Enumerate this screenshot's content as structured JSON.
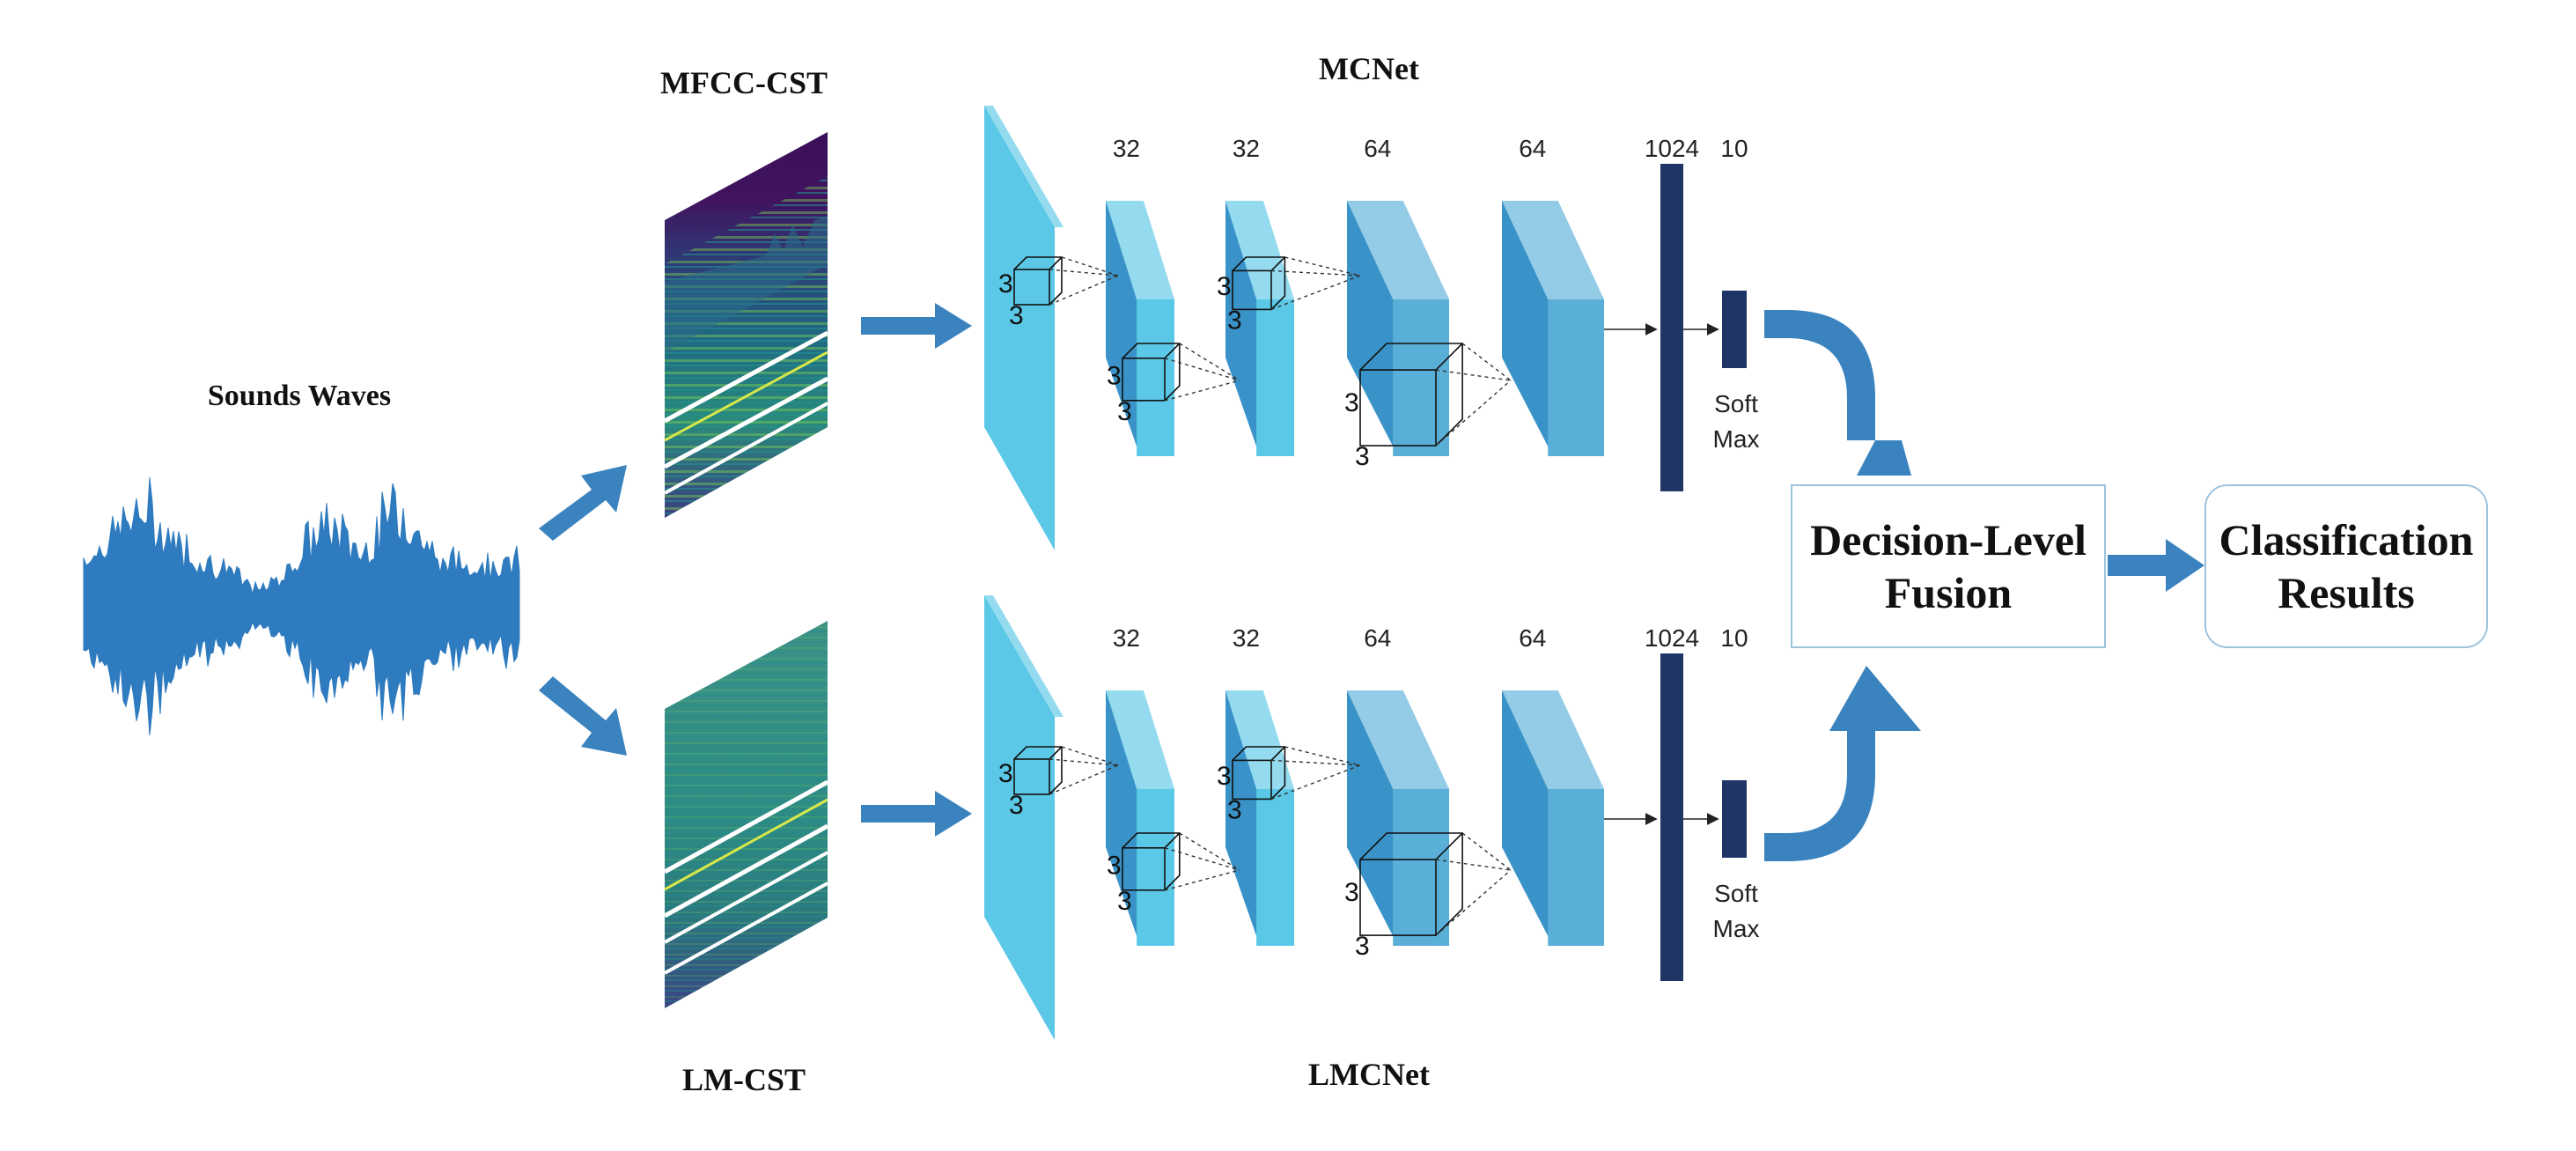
{
  "diagram": {
    "input": {
      "label": "Sounds Waves"
    },
    "branches": [
      {
        "feature_label": "MFCC-CST",
        "network_label": "MCNet",
        "layer_channels": [
          "32",
          "32",
          "64",
          "64"
        ],
        "fc_units": "1024",
        "output_units": "10",
        "kernel_labels": [
          "3",
          "3"
        ],
        "softmax_label": {
          "line1": "Soft",
          "line2": "Max"
        }
      },
      {
        "feature_label": "LM-CST",
        "network_label": "LMCNet",
        "layer_channels": [
          "32",
          "32",
          "64",
          "64"
        ],
        "fc_units": "1024",
        "output_units": "10",
        "kernel_labels": [
          "3",
          "3"
        ],
        "softmax_label": {
          "line1": "Soft",
          "line2": "Max"
        }
      }
    ],
    "fusion": {
      "line1": "Decision-Level",
      "line2": "Fusion"
    },
    "output": {
      "line1": "Classification",
      "line2": "Results"
    },
    "colors": {
      "arrow": "#3a83bf",
      "layer_light": "#5ac8e6",
      "layer_mid": "#5aafd8",
      "layer_dark": "#3a93c8",
      "dense": "#1f3566",
      "box_border": "#9cc3dd"
    }
  }
}
